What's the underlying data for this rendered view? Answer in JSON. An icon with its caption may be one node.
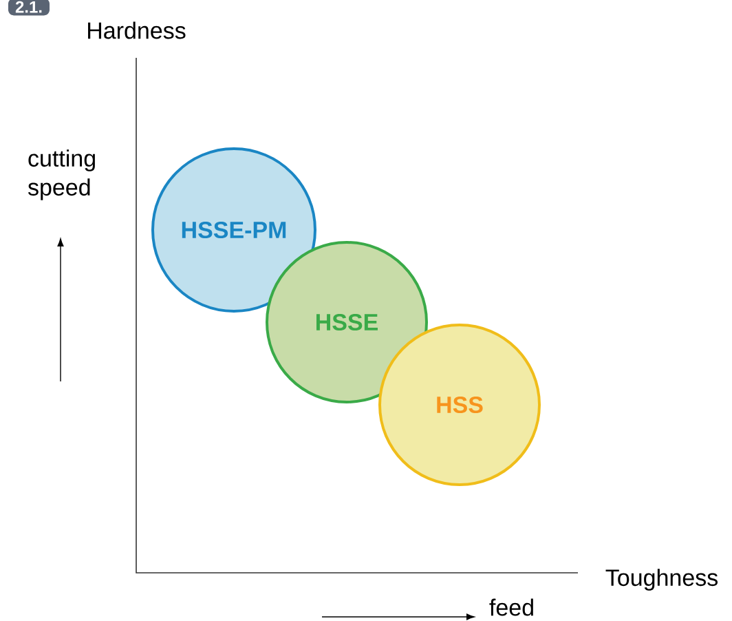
{
  "diagram": {
    "nodes": [
      {
        "text": [
          "HSSE-PM"
        ]
      },
      {
        "text": [
          "HSSE"
        ]
      },
      {
        "text": [
          "HSS"
        ]
      }
    ],
    "labels": [
      "2.1.",
      "Hardness",
      "cutting speed",
      "Toughness",
      "feed"
    ]
  }
}
